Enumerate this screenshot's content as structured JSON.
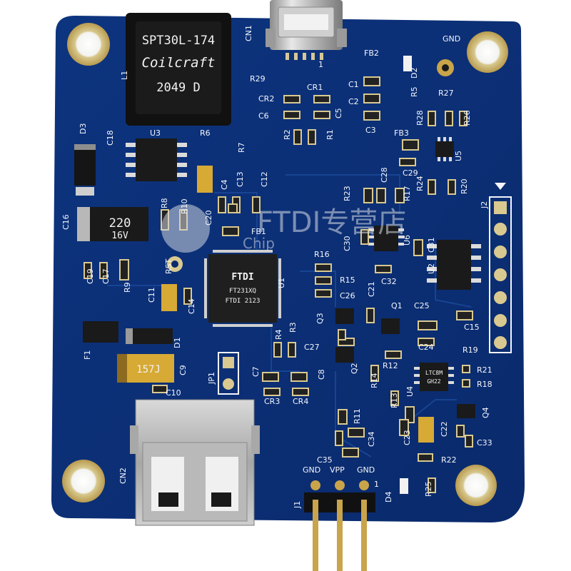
{
  "board": {
    "colors": {
      "pcb": "#0c2f7a",
      "pcb_dark": "#08235e",
      "pad": "#e3d9ae",
      "gold": "#c9a44a",
      "silk": "#f4f6fb"
    },
    "inductor": {
      "line1": "SPT30L-174",
      "line2": "Coilcraft",
      "line3": "2049  D",
      "ref": "L1"
    },
    "chip_u1": {
      "logo": "FTDI",
      "line1": "FT231XQ",
      "line2": "FTDI 2123",
      "ref": "U1"
    },
    "cap_c16": {
      "line1": "220",
      "line2": "16V",
      "ref": "C16"
    },
    "cap_c9": {
      "text": "157J",
      "ref": "C9"
    },
    "cap_c22": {
      "text": "",
      "ref": "C22"
    },
    "u4_marking": {
      "line1": "LTC8M",
      "line2": "GH22"
    },
    "watermark": {
      "line1": "FTDI专营店",
      "line2": "Chip"
    },
    "header_j1": {
      "labels": [
        "GND",
        "VPP",
        "GND"
      ],
      "ref": "J1",
      "pin1": "1"
    },
    "header_j2": {
      "ref": "J2"
    },
    "test_points": {
      "gnd": "GND",
      "rst": "RST"
    },
    "refs": {
      "cn1": "CN1",
      "cn2": "CN2",
      "pin1": "1",
      "d3": "D3",
      "c18": "C18",
      "u3": "U3",
      "r6": "R6",
      "r7": "R7",
      "r29": "R29",
      "cr1": "CR1",
      "cr2": "CR2",
      "c6": "C6",
      "c5": "C5",
      "r2": "R2",
      "r1": "R1",
      "fb2": "FB2",
      "c1": "C1",
      "c2": "C2",
      "c3": "C3",
      "d2": "D2",
      "r5": "R5",
      "r27": "R27",
      "r28": "R28",
      "r26": "R26",
      "fb3": "FB3",
      "u5": "U5",
      "c29": "C29",
      "c28": "C28",
      "r24": "R24",
      "r20": "R20",
      "r23": "R23",
      "r17": "R17",
      "c4": "C4",
      "c13": "C13",
      "c12": "C12",
      "r8": "R8",
      "r10": "R10",
      "c20": "C20",
      "fb1": "FB1",
      "c30": "C30",
      "u6": "U6",
      "c31": "C31",
      "u2": "U2",
      "r16": "R16",
      "r15": "R15",
      "c26": "C26",
      "c32": "C32",
      "c19": "C19",
      "c17": "C17",
      "r9": "R9",
      "c11": "C11",
      "c14": "C14",
      "d1": "D1",
      "f1": "F1",
      "c21": "C21",
      "q1": "Q1",
      "c25": "C25",
      "c15": "C15",
      "q3": "Q3",
      "r4": "R4",
      "r3": "R3",
      "c27": "C27",
      "q2": "Q2",
      "r12": "R12",
      "c24": "C24",
      "r19": "R19",
      "r21": "R21",
      "r18": "R18",
      "jp1": "JP1",
      "c7": "C7",
      "c8": "C8",
      "r14": "R14",
      "cr3": "CR3",
      "cr4": "CR4",
      "r13": "R13",
      "u4": "U4",
      "c10": "C10",
      "q4": "Q4",
      "r11": "R11",
      "c34": "C34",
      "c23": "C23",
      "c33": "C33",
      "c35": "C35",
      "r22": "R22",
      "d4": "D4",
      "r25": "R25"
    }
  }
}
